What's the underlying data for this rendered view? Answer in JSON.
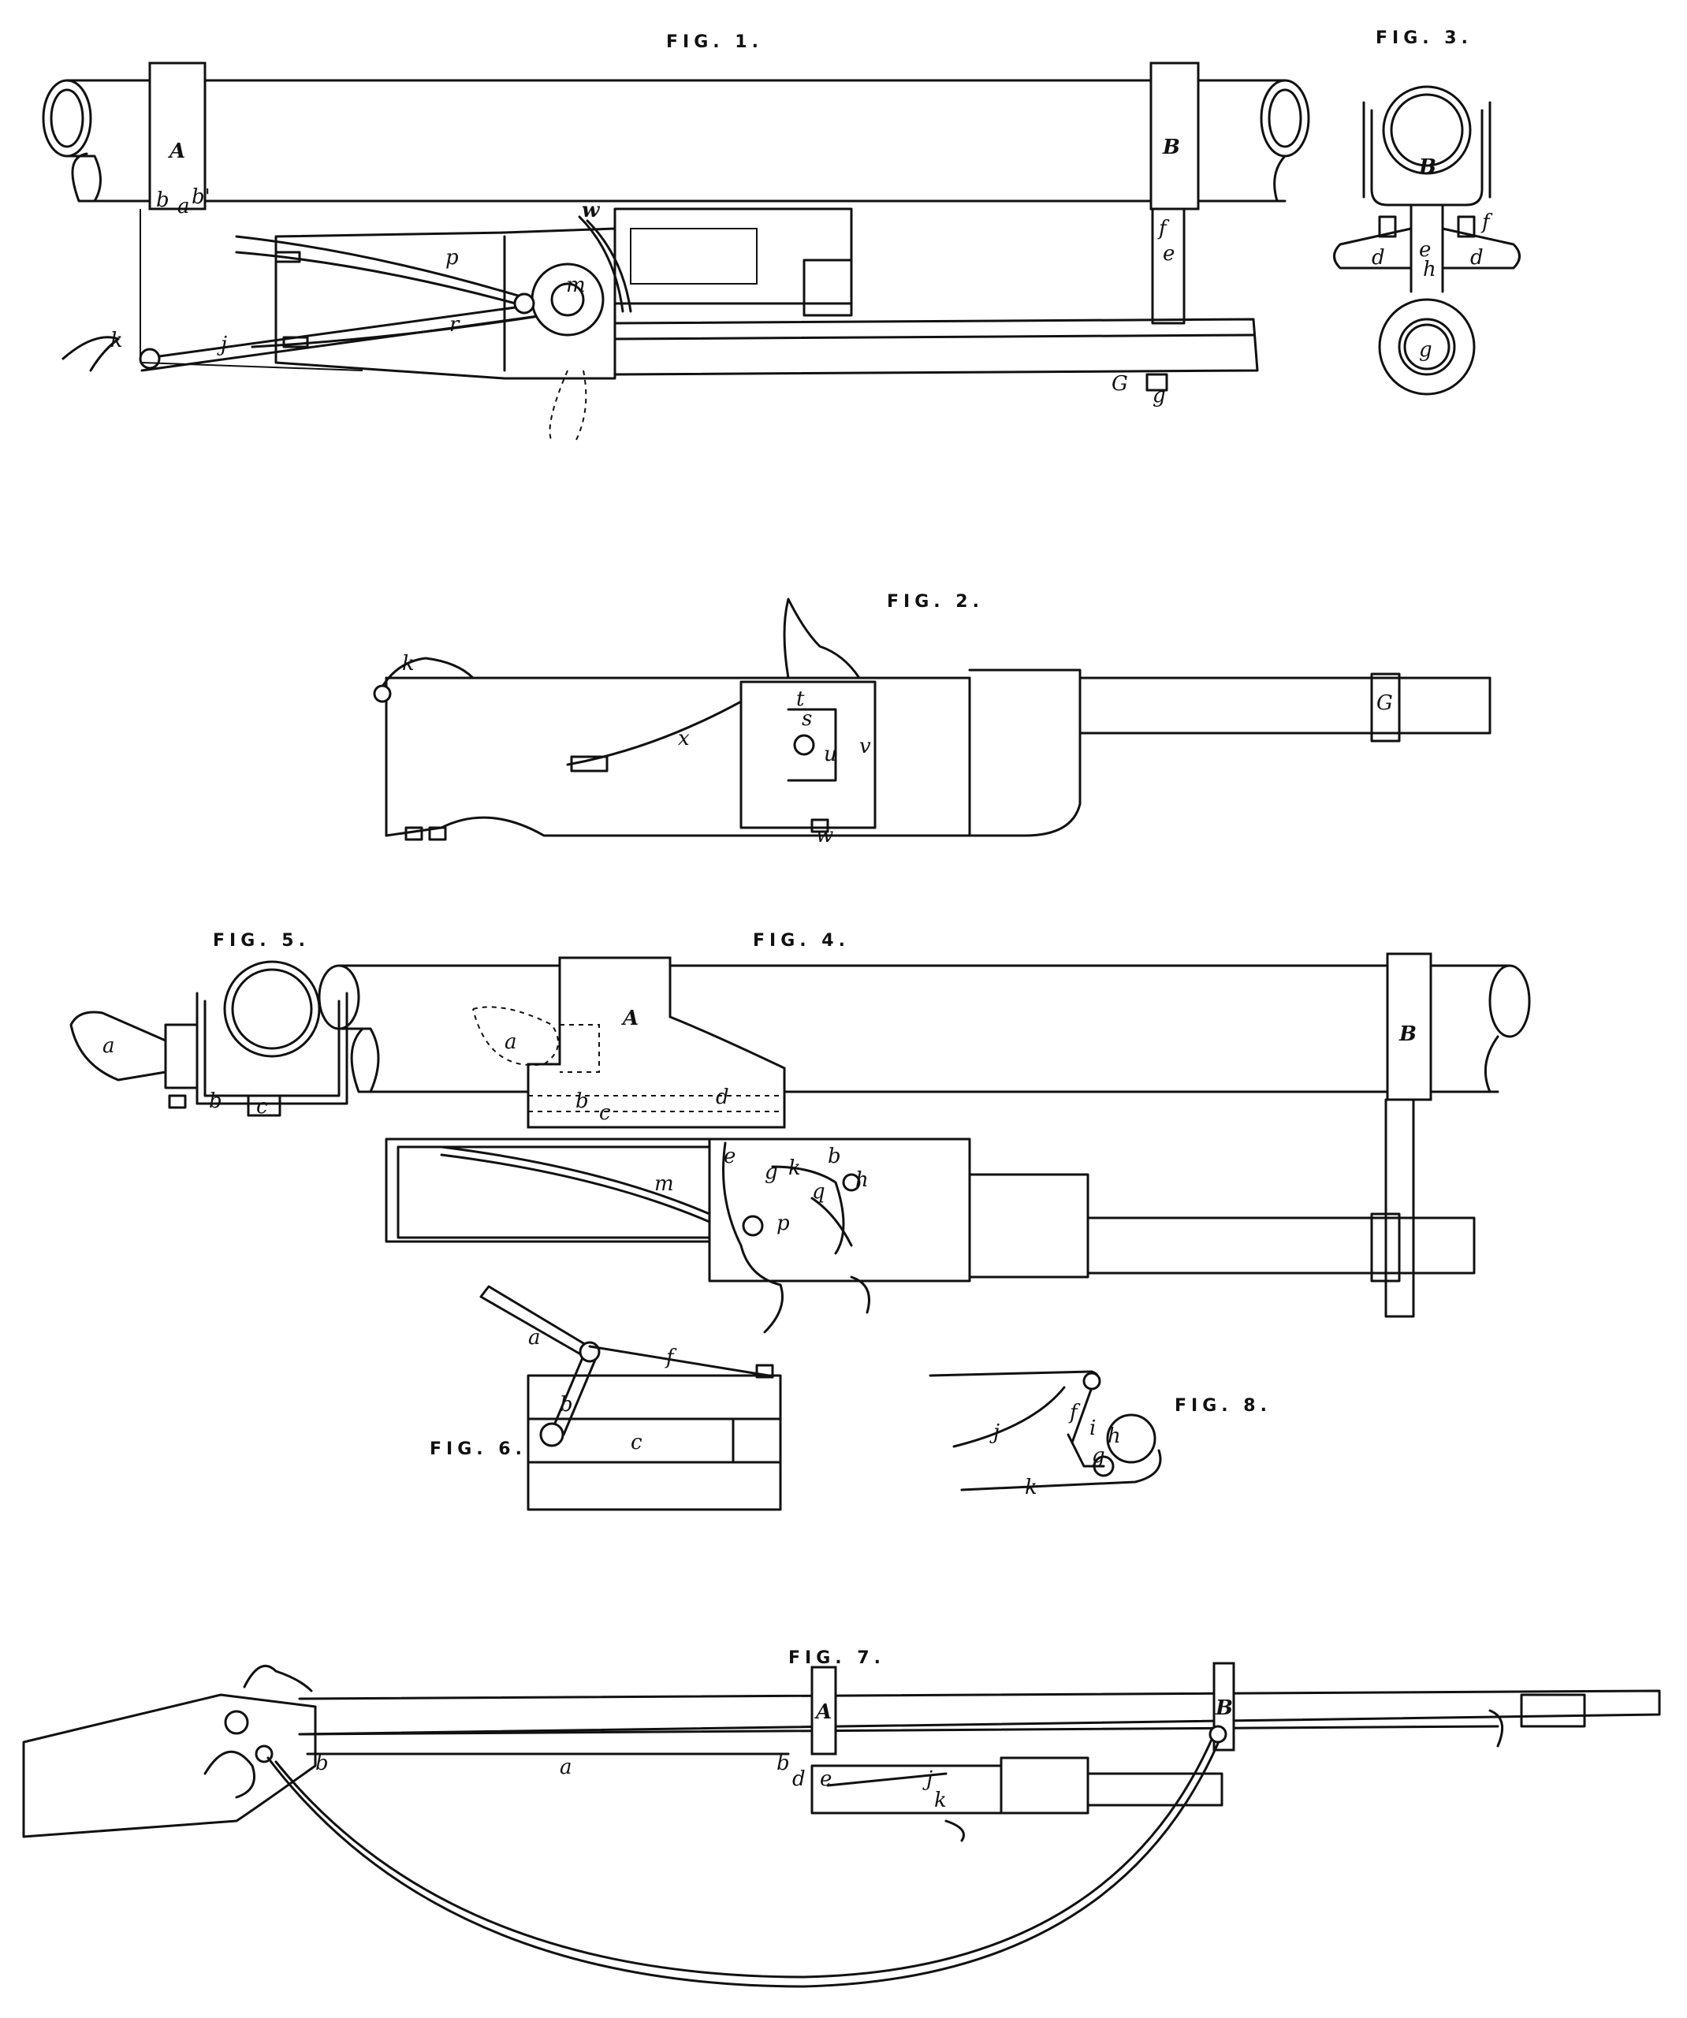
{
  "figures": [
    {
      "id": "fig1",
      "title": "FIG. 1.",
      "labels": [
        "A",
        "B",
        "b",
        "a",
        "b'",
        "w",
        "p",
        "r",
        "j",
        "k",
        "m",
        "G",
        "g",
        "f",
        "e"
      ]
    },
    {
      "id": "fig2",
      "title": "FIG. 2.",
      "labels": [
        "k",
        "x",
        "s",
        "u",
        "t",
        "v",
        "w",
        "G"
      ]
    },
    {
      "id": "fig3",
      "title": "FIG. 3.",
      "labels": [
        "B",
        "f",
        "d",
        "d",
        "h",
        "g",
        "e"
      ]
    },
    {
      "id": "fig4",
      "title": "FIG. 4.",
      "labels": [
        "a",
        "A",
        "B",
        "b",
        "c",
        "d",
        "e",
        "m",
        "g",
        "k",
        "h",
        "q",
        "p",
        "b"
      ]
    },
    {
      "id": "fig5",
      "title": "FIG. 5.",
      "labels": [
        "a",
        "b",
        "c"
      ]
    },
    {
      "id": "fig6",
      "title": "FIG. 6.",
      "labels": [
        "a",
        "b",
        "f",
        "c"
      ]
    },
    {
      "id": "fig7",
      "title": "FIG. 7.",
      "labels": [
        "A",
        "B",
        "a",
        "b",
        "b",
        "d",
        "e",
        "j",
        "k"
      ]
    },
    {
      "id": "fig8",
      "title": "FIG. 8.",
      "labels": [
        "j",
        "k",
        "f",
        "h",
        "i",
        "g"
      ]
    }
  ]
}
